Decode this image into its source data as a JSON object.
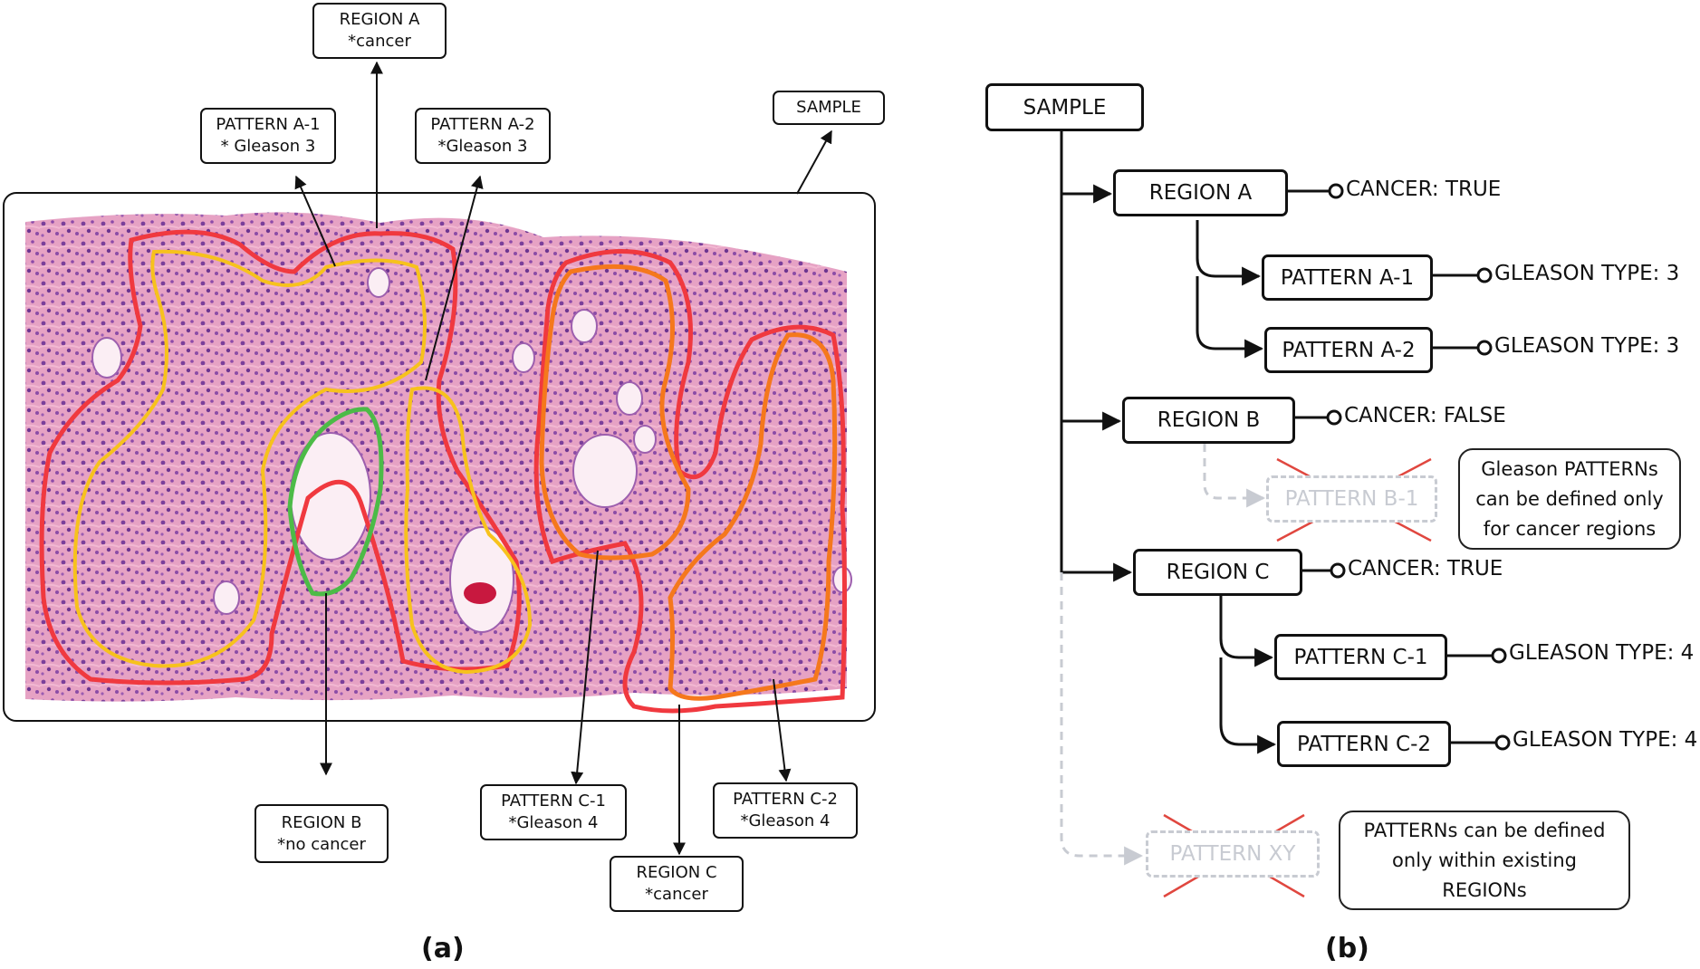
{
  "panel_a": {
    "caption": "(a)",
    "labels": {
      "region_a": [
        "REGION A",
        "*cancer"
      ],
      "pattern_a1": [
        "PATTERN A-1",
        "* Gleason 3"
      ],
      "pattern_a2": [
        "PATTERN A-2",
        "*Gleason 3"
      ],
      "sample": [
        "SAMPLE"
      ],
      "region_b": [
        "REGION B",
        "*no cancer"
      ],
      "pattern_c1": [
        "PATTERN C-1",
        "*Gleason 4"
      ],
      "pattern_c2": [
        "PATTERN C-2",
        "*Gleason 4"
      ],
      "region_c": [
        "REGION C",
        "*cancer"
      ]
    },
    "contour_colors": {
      "region": "#f0393f",
      "pattern_gleason3": "#f7c21c",
      "pattern_gleason4": "#f5781c",
      "region_no_cancer": "#4cbb47",
      "tissue": "#e9a3c3"
    }
  },
  "panel_b": {
    "caption": "(b)",
    "root": "SAMPLE",
    "nodes": {
      "region_a": "REGION A",
      "pattern_a1": "PATTERN A-1",
      "pattern_a2": "PATTERN A-2",
      "region_b": "REGION B",
      "pattern_b1": "PATTERN B-1",
      "region_c": "REGION C",
      "pattern_c1": "PATTERN C-1",
      "pattern_c2": "PATTERN C-2",
      "pattern_xy": "PATTERN XY"
    },
    "attributes": {
      "region_a": "CANCER: TRUE",
      "pattern_a1": "GLEASON TYPE: 3",
      "pattern_a2": "GLEASON TYPE: 3",
      "region_b": "CANCER: FALSE",
      "region_c": "CANCER: TRUE",
      "pattern_c1": "GLEASON TYPE: 4",
      "pattern_c2": "GLEASON TYPE: 4"
    },
    "notes": {
      "gleason_rule": [
        "Gleason PATTERNs",
        "can be defined only",
        "for cancer regions"
      ],
      "pattern_rule": [
        "PATTERNs can be defined",
        "only within existing",
        "REGIONs"
      ]
    },
    "colors": {
      "invalid_cross": "#e0473f",
      "ghost": "#c8cbd2"
    }
  }
}
